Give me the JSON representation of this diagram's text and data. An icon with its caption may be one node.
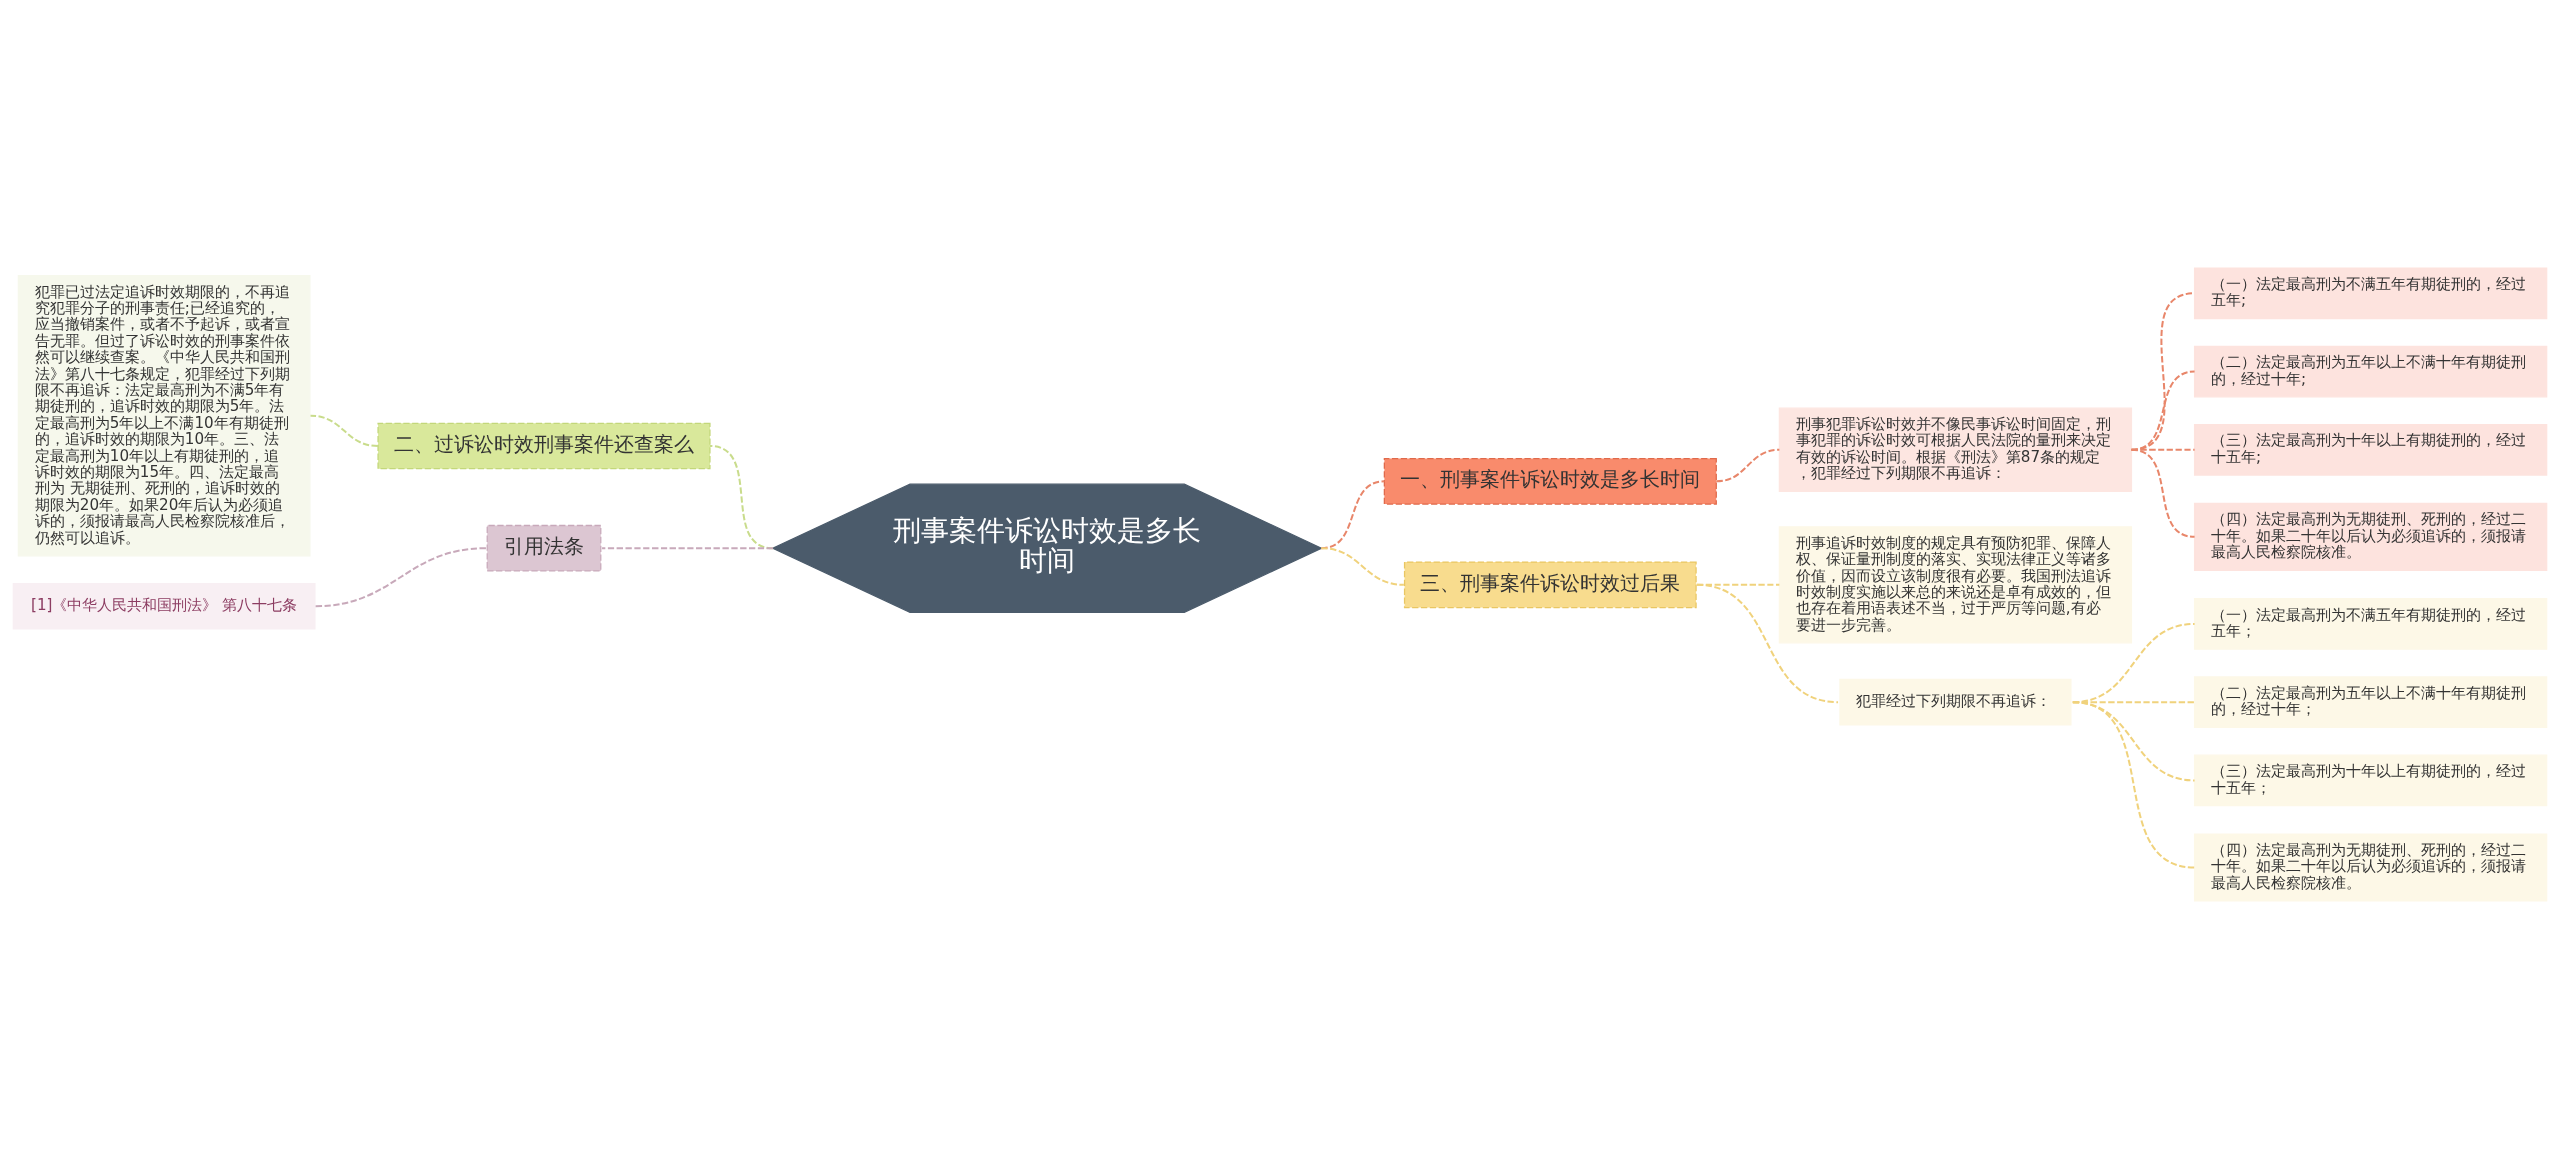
{
  "diagram": {
    "nodes": [
      {
        "text": [
          "刑事案件诉讼时效是多长时间"
        ]
      },
      {
        "text": [
          "一、刑事案件诉讼时效是多长时间"
        ]
      },
      {
        "text": [
          "刑事犯罪诉讼时效并不像民事诉讼时间固定，刑事犯罪的诉讼时效可根据人民法院的量刑来决定有效的诉讼时间。根据《刑法》第87条的规定，犯罪经过下列期限不再追诉："
        ]
      },
      {
        "text": [
          "（一）法定最高刑为不满五年有期徒刑的，经过五年;"
        ]
      },
      {
        "text": [
          "（二）法定最高刑为五年以上不满十年有期徒刑的，经过十年;"
        ]
      },
      {
        "text": [
          "（三）法定最高刑为十年以上有期徒刑的，经过十五年;"
        ]
      },
      {
        "text": [
          "（四）法定最高刑为无期徒刑、死刑的，经过二十年。如果二十年以后认为必须追诉的，须报请最高人民检察院核准。"
        ]
      },
      {
        "text": [
          "三、刑事案件诉讼时效过后果"
        ]
      },
      {
        "text": [
          "刑事追诉时效制度的规定具有预防犯罪、保障人权、保证量刑制度的落实、实现法律正义等诸多价值，因而设立该制度很有必要。我国刑法追诉时效制度实施以来总的来说还是卓有成效的，但也存在着用语表述不当，过于严厉等问题,有必要进一步完善。"
        ]
      },
      {
        "text": [
          "犯罪经过下列期限不再追诉："
        ]
      },
      {
        "text": [
          "（一）法定最高刑为不满五年有期徒刑的，经过五年；"
        ]
      },
      {
        "text": [
          "（二）法定最高刑为五年以上不满十年有期徒刑的，经过十年；"
        ]
      },
      {
        "text": [
          "（三）法定最高刑为十年以上有期徒刑的，经过十五年；"
        ]
      },
      {
        "text": [
          "（四）法定最高刑为无期徒刑、死刑的，经过二十年。如果二十年以后认为必须追诉的，须报请最高人民检察院核准。"
        ]
      },
      {
        "text": [
          "二、过诉讼时效刑事案件还查案么"
        ]
      },
      {
        "text": [
          "犯罪已过法定追诉时效期限的，不再追究犯罪分子的刑事责任;已经追究的，应当撤销案件，或者不予起诉，或者宣告无罪。但过了诉讼时效的刑事案件依然可以继续查案。《中华人民共和国刑法》第八十七条规定，犯罪经过下列期限不再追诉：法定最高刑为不满5年有期徒刑的，追诉时效的期限为5年。法定最高刑为5年以上不满10年有期徒刑的，追诉时效的期限为10年。三、法定最高刑为10年以上有期徒刑的，追诉时效的期限为15年。四、法定最高刑为 无期徒刑、死刑的，追诉时效的期限为20年。如果20年后认为必须追诉的，须报请最高人民检察院核准后，仍然可以追诉。"
        ]
      },
      {
        "text": [
          "引用法条"
        ]
      },
      {
        "text": [
          "[1]《中华人民共和国刑法》 第八十七条"
        ]
      }
    ],
    "edges": [
      {
        "from": 0,
        "to": 1,
        "arrow": "none",
        "style": "dashed",
        "color": "#e8866a"
      },
      {
        "from": 1,
        "to": 2,
        "arrow": "none",
        "style": "dashed",
        "color": "#e8866a"
      },
      {
        "from": 2,
        "to": 3,
        "arrow": "none",
        "style": "dashed",
        "color": "#e8866a"
      },
      {
        "from": 2,
        "to": 4,
        "arrow": "none",
        "style": "dashed",
        "color": "#e8866a"
      },
      {
        "from": 2,
        "to": 5,
        "arrow": "none",
        "style": "dashed",
        "color": "#e8866a"
      },
      {
        "from": 2,
        "to": 6,
        "arrow": "none",
        "style": "dashed",
        "color": "#e8866a"
      },
      {
        "from": 0,
        "to": 7,
        "arrow": "none",
        "style": "dashed",
        "color": "#f0d27c"
      },
      {
        "from": 7,
        "to": 8,
        "arrow": "none",
        "style": "dashed",
        "color": "#f0d27c"
      },
      {
        "from": 7,
        "to": 9,
        "arrow": "none",
        "style": "dashed",
        "color": "#f0d27c"
      },
      {
        "from": 9,
        "to": 10,
        "arrow": "none",
        "style": "dashed",
        "color": "#f0d27c"
      },
      {
        "from": 9,
        "to": 11,
        "arrow": "none",
        "style": "dashed",
        "color": "#f0d27c"
      },
      {
        "from": 9,
        "to": 12,
        "arrow": "none",
        "style": "dashed",
        "color": "#f0d27c"
      },
      {
        "from": 9,
        "to": 13,
        "arrow": "none",
        "style": "dashed",
        "color": "#f0d27c"
      },
      {
        "from": 0,
        "to": 14,
        "arrow": "none",
        "style": "dashed",
        "color": "#c9dc8c"
      },
      {
        "from": 14,
        "to": 15,
        "arrow": "none",
        "style": "dashed",
        "color": "#c9dc8c"
      },
      {
        "from": 0,
        "to": 16,
        "arrow": "none",
        "style": "dashed",
        "color": "#c8a9ba"
      },
      {
        "from": 16,
        "to": 17,
        "arrow": "none",
        "style": "dashed",
        "color": "#c8a9ba"
      }
    ]
  }
}
